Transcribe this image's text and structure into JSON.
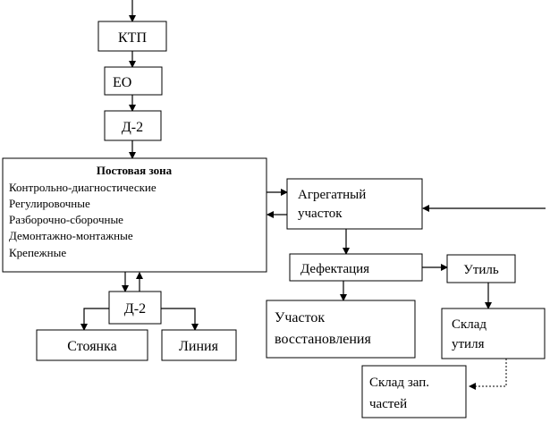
{
  "nodes": {
    "ktp": "КТП",
    "eo": "ЕО",
    "d2_top": "Д-2",
    "post_zone": {
      "title": "Постовая зона",
      "items": [
        "Контрольно-диагностические",
        "Регулировочные",
        "Разборочно-сборочные",
        "Демонтажно-монтажные",
        "Крепежные"
      ]
    },
    "d2_bottom": "Д-2",
    "parking": "Стоянка",
    "line": "Линия",
    "aggregate": [
      "Агрегатный",
      "участок"
    ],
    "defect": "Дефектация",
    "recovery": [
      "Участок",
      "восстановления"
    ],
    "scrap": "Утиль",
    "scrap_store": [
      "Склад",
      "утиля"
    ],
    "parts_store": [
      "Склад зап.",
      "частей"
    ]
  }
}
